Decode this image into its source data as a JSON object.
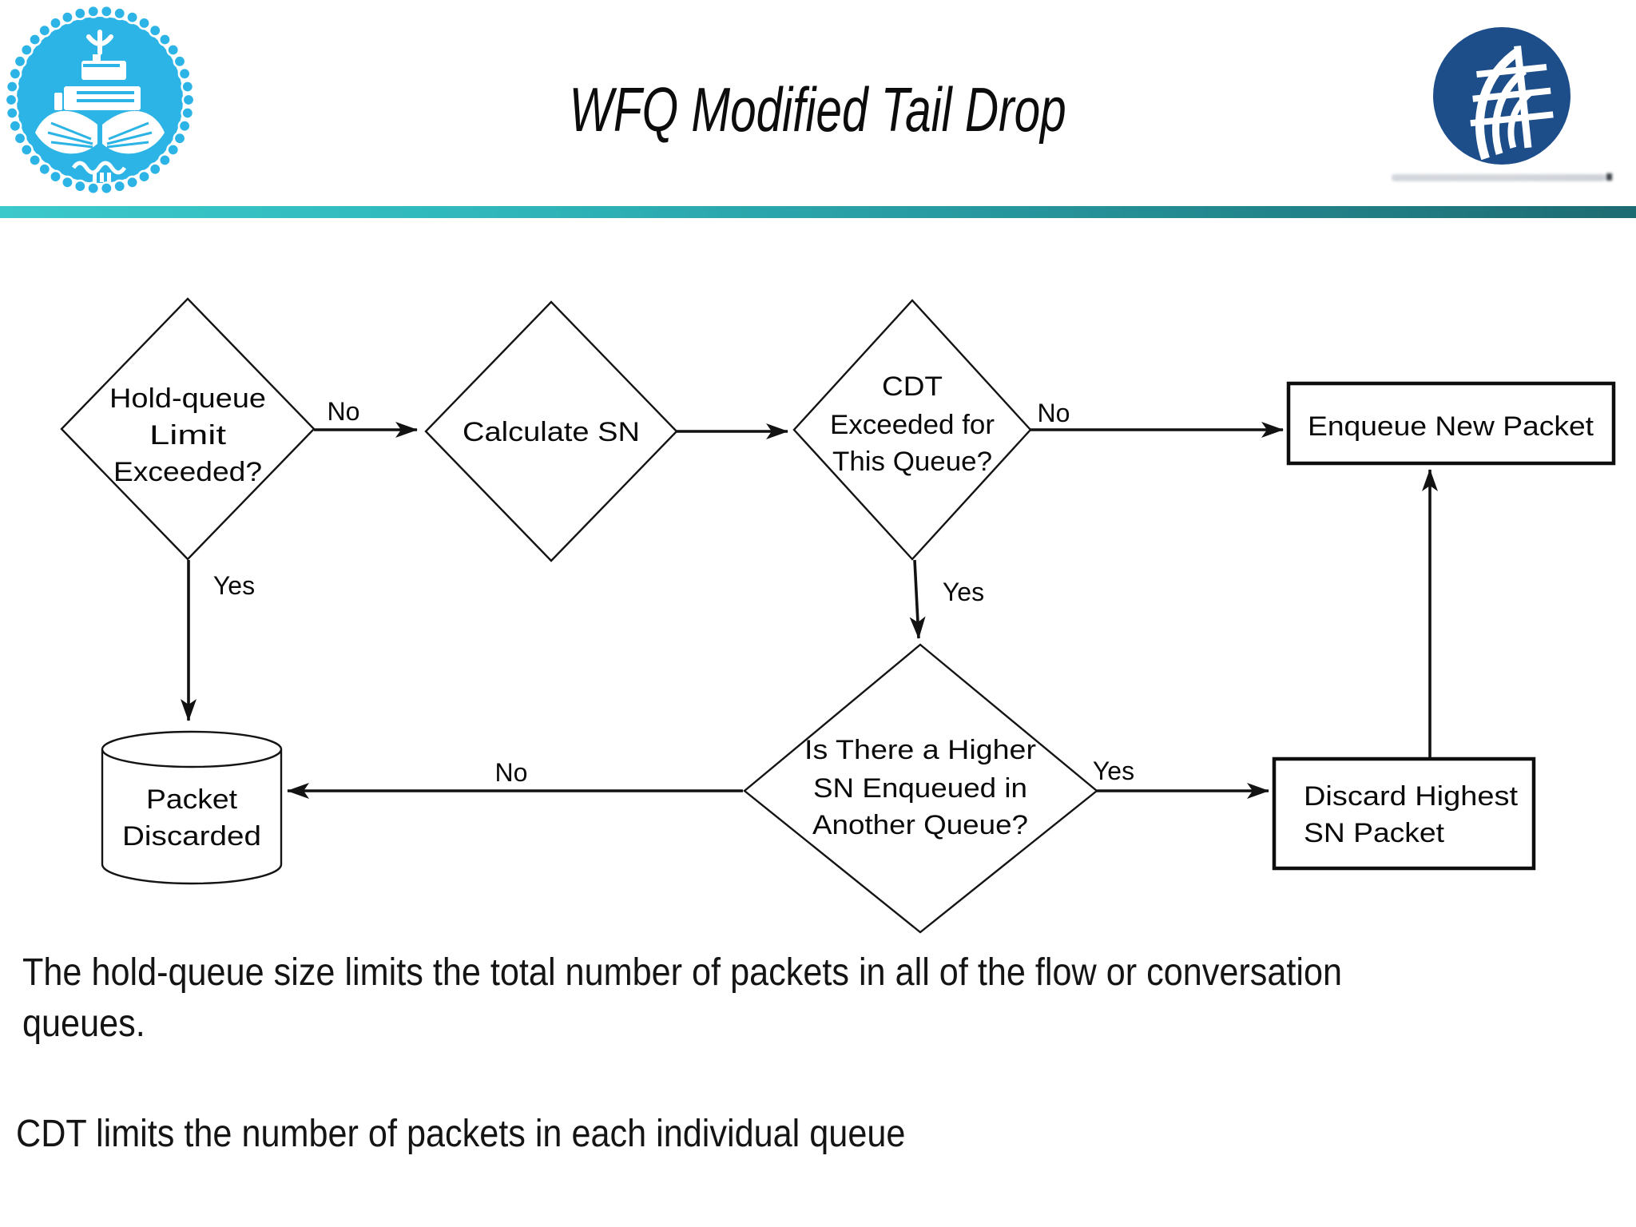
{
  "slide": {
    "title": "WFQ Modified Tail Drop"
  },
  "flowchart": {
    "nodes": {
      "hold_queue": {
        "line1": "Hold-queue",
        "line2": "Limit",
        "line3": "Exceeded?"
      },
      "calculate_sn": {
        "line1": "Calculate SN"
      },
      "cdt": {
        "line1": "CDT",
        "line2": "Exceeded for",
        "line3": "This Queue?"
      },
      "higher_sn": {
        "line1": "Is There a Higher",
        "line2": "SN Enqueued in",
        "line3": "Another Queue?"
      },
      "enqueue": {
        "line1": "Enqueue New Packet"
      },
      "discard": {
        "line1": "Discard Highest",
        "line2": "SN Packet"
      },
      "packet_discarded": {
        "line1": "Packet",
        "line2": "Discarded"
      }
    },
    "labels": {
      "hold_no": "No",
      "hold_yes": "Yes",
      "cdt_no": "No",
      "cdt_yes": "Yes",
      "higher_no": "No",
      "higher_yes": "Yes"
    }
  },
  "notes": {
    "hold_queue_note": "The hold-queue size limits the total number of packets in all of the flow or conversation queues.",
    "cdt_note": "CDT limits the number of packets in each individual queue"
  },
  "icons": {
    "left_logo": "university-of-tehran-emblem",
    "right_logo": "navy-circle-organization-logo"
  },
  "colors": {
    "accent_bar_left": "#3cc9cb",
    "accent_bar_right": "#1d6b72",
    "left_logo_blue": "#2cb4e6",
    "right_logo_navy": "#1d4e8a",
    "line": "#141414",
    "text": "#0a0a0a"
  }
}
